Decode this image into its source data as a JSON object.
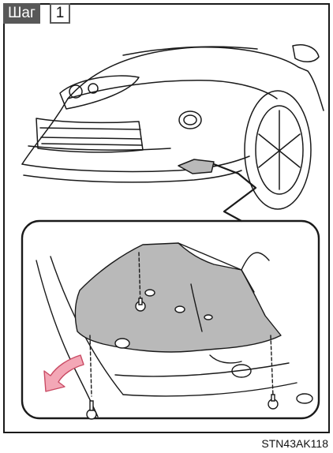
{
  "step": {
    "label": "Шаг",
    "number": "1"
  },
  "figure": {
    "code": "STN43AK118",
    "colors": {
      "line": "#1a1a1a",
      "cover_fill": "#b9b9b9",
      "arrow_fill": "#f3a7b6",
      "arrow_stroke": "#c94b64"
    }
  }
}
